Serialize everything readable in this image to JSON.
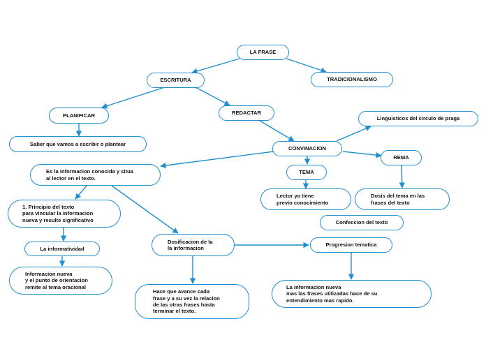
{
  "diagram": {
    "colors": {
      "accent": "#1f8fd0",
      "text": "#111111",
      "background": "#ffffff"
    },
    "nodes": {
      "la_frase": "LA FRASE",
      "escritura": "ESCRITURA",
      "tradicionalismo": "TRADICIONALISMO",
      "planificar": "PLANIFICAR",
      "redactar": "REDACTAR",
      "saber": "Saber que vamos a escribir o plantear",
      "convinacion": "CONVINACION",
      "linguisticos": "Linguisticos del circulo de praga",
      "info_conocida": "Es la informacion conocida y situa\nal lector en el texto.",
      "tema": "TEMA",
      "rema": "REMA",
      "principio": "1. Principio del texto\npara vincular la informacion\nnueva y resulte significativo",
      "lector": "Lector ya tiene\nprevio conocimiento",
      "dosis": "Dosis del tema en las\nfrases del texto",
      "confeccion": "Confeccion del texto",
      "informatividad": "La informatividad",
      "dosificacion": "Dosificacion de la\nla informacion",
      "progresion": "Progresion tematica",
      "info_nueva": "Informacion nueva\ny el punto de orientacion\nremite al tema oracional",
      "hace_avance": "Hace que avance cada\nfrase y a su vez la relacion\nde las otras frases hasta\nterminar el texto.",
      "info_nueva_frases": "La informacion nueva\nmas las frases utilizadas hace de su\nentendimiento mas rapido."
    }
  }
}
